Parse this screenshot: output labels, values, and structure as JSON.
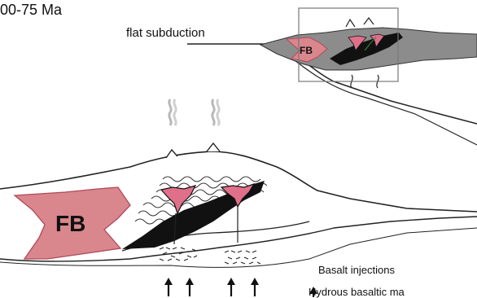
{
  "labels": {
    "age": "00-75 Ma",
    "flat_subduction": "flat subduction",
    "fb_small": "FB",
    "fb_large": "FB",
    "basalt_injections": "Basalt injections",
    "hydrous": "Hydrous basaltic ma"
  },
  "colors": {
    "fb_pink": "#d9868d",
    "fb_outline": "#b04a58",
    "intrusion_pink": "#e0708a",
    "wedge_black": "#111111",
    "inset_gray": "#8c8c8c",
    "wedge_gray": "#9a9a9a",
    "line": "#222222"
  },
  "icons": {
    "steam": "steam-plume-icon",
    "arrow": "up-arrow-icon",
    "basalt": "basalt-dash-icon"
  }
}
